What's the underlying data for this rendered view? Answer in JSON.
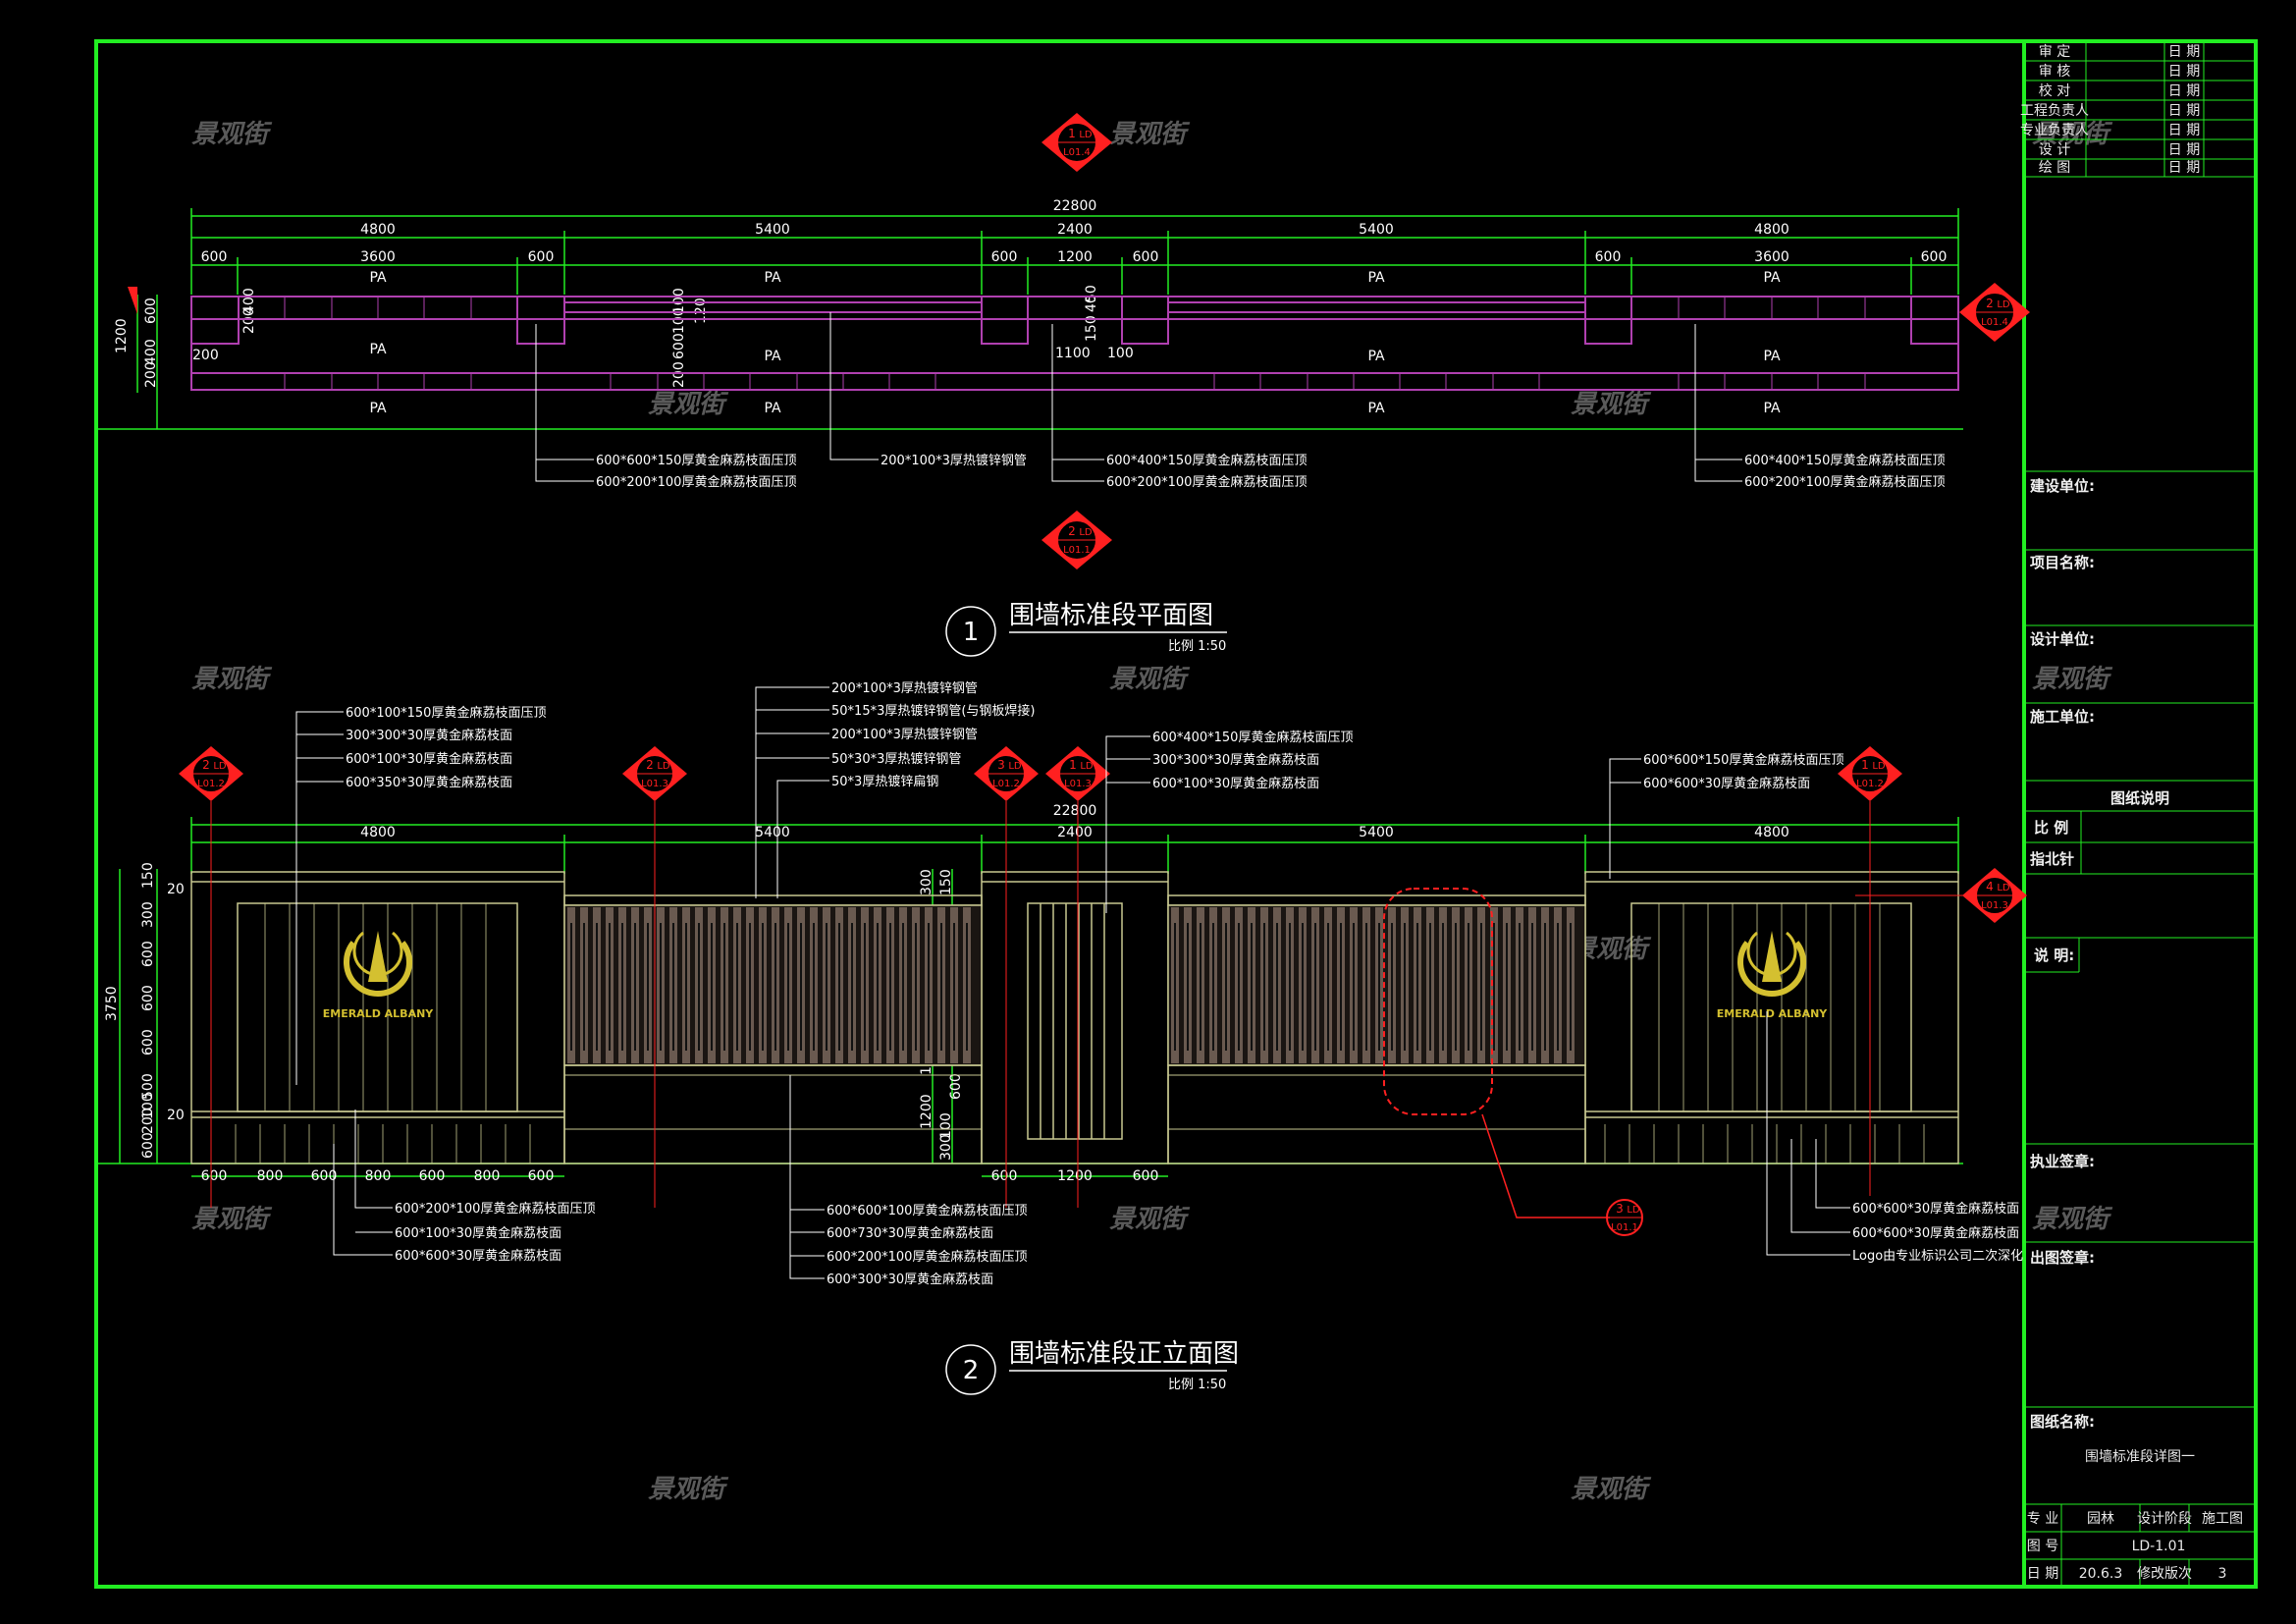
{
  "colors": {
    "frame": "#22ee22",
    "panel": "#c8c890",
    "magenta": "#b040b0",
    "marker": "#ff2020",
    "gold": "#d4c030",
    "slat": "#6a5a50"
  },
  "watermark": "景观街",
  "plan": {
    "title": "围墙标准段平面图",
    "number": "1",
    "scale": "比例 1:50",
    "total_dim": "22800",
    "top_dims": [
      "4800",
      "5400",
      "2400",
      "5400",
      "4800"
    ],
    "sub_dims": [
      "600",
      "3600",
      "600",
      "600",
      "1200",
      "600",
      "600",
      "3600",
      "600"
    ],
    "pa_labels": [
      "PA",
      "PA",
      "PA",
      "PA",
      "PA",
      "PA",
      "PA",
      "PA",
      "PA",
      "PA",
      "PA",
      "PA"
    ],
    "left_dims": [
      "600",
      "1200",
      "200",
      "400",
      "200"
    ],
    "inner_dims": [
      "200",
      "400",
      "100",
      "100",
      "120",
      "600",
      "200",
      "1100",
      "100",
      "40",
      "150",
      "50"
    ],
    "notes": [
      "600*600*150厚黄金麻荔枝面压顶",
      "600*200*100厚黄金麻荔枝面压顶",
      "200*100*3厚热镀锌钢管",
      "600*400*150厚黄金麻荔枝面压顶",
      "600*200*100厚黄金麻荔枝面压顶",
      "600*400*150厚黄金麻荔枝面压顶",
      "600*200*100厚黄金麻荔枝面压顶"
    ],
    "markers": [
      {
        "num": "1",
        "sheet": "LD",
        "ref": "L01.4"
      },
      {
        "num": "2",
        "sheet": "LD",
        "ref": "L01.4"
      },
      {
        "num": "2",
        "sheet": "LD",
        "ref": "L01.1"
      }
    ]
  },
  "elevation": {
    "title": "围墙标准段正立面图",
    "number": "2",
    "scale": "比例 1:50",
    "total_dim": "22800",
    "top_dims": [
      "4800",
      "5400",
      "2400",
      "5400",
      "4800"
    ],
    "bottom_dims": [
      "600",
      "800",
      "600",
      "800",
      "600",
      "800",
      "600",
      "600",
      "1200",
      "600"
    ],
    "left_dims": [
      "3750",
      "150",
      "300",
      "600",
      "600",
      "600",
      "500",
      "100",
      "200",
      "600"
    ],
    "inner_dims": [
      "20",
      "20",
      "300",
      "150",
      "600",
      "500",
      "100",
      "600",
      "1200",
      "100",
      "300"
    ],
    "logo_text": "EMERALD ALBANY",
    "notes_left_top": [
      "600*100*150厚黄金麻荔枝面压顶",
      "300*300*30厚黄金麻荔枝面",
      "600*100*30厚黄金麻荔枝面",
      "600*350*30厚黄金麻荔枝面"
    ],
    "notes_center_top": [
      "200*100*3厚热镀锌钢管",
      "50*15*3厚热镀锌钢管(与钢板焊接)",
      "200*100*3厚热镀锌钢管",
      "50*30*3厚热镀锌钢管",
      "50*3厚热镀锌扁钢"
    ],
    "notes_pier_top": [
      "600*400*150厚黄金麻荔枝面压顶",
      "300*300*30厚黄金麻荔枝面",
      "600*100*30厚黄金麻荔枝面"
    ],
    "notes_right_top": [
      "600*600*150厚黄金麻荔枝面压顶",
      "600*600*30厚黄金麻荔枝面"
    ],
    "notes_left_bottom": [
      "600*200*100厚黄金麻荔枝面压顶",
      "600*100*30厚黄金麻荔枝面",
      "600*600*30厚黄金麻荔枝面"
    ],
    "notes_center_bottom": [
      "600*600*100厚黄金麻荔枝面压顶",
      "600*730*30厚黄金麻荔枝面",
      "600*200*100厚黄金麻荔枝面压顶",
      "600*300*30厚黄金麻荔枝面"
    ],
    "notes_right_bottom": [
      "600*600*30厚黄金麻荔枝面",
      "600*600*30厚黄金麻荔枝面",
      "Logo由专业标识公司二次深化"
    ],
    "markers": [
      {
        "num": "2",
        "sheet": "LD",
        "ref": "L01.2"
      },
      {
        "num": "2",
        "sheet": "LD",
        "ref": "L01.3"
      },
      {
        "num": "3",
        "sheet": "LD",
        "ref": "L01.2"
      },
      {
        "num": "1",
        "sheet": "LD",
        "ref": "L01.3"
      },
      {
        "num": "1",
        "sheet": "LD",
        "ref": "L01.2"
      },
      {
        "num": "4",
        "sheet": "LD",
        "ref": "L01.3"
      },
      {
        "num": "3",
        "sheet": "LD",
        "ref": "L01.1"
      }
    ]
  },
  "title_block": {
    "sign_rows": [
      {
        "role": "审  定",
        "date": "日  期"
      },
      {
        "role": "审  核",
        "date": "日  期"
      },
      {
        "role": "校  对",
        "date": "日  期"
      },
      {
        "role": "工程负责人",
        "date": "日  期"
      },
      {
        "role": "专业负责人",
        "date": "日  期"
      },
      {
        "role": "设  计",
        "date": "日  期"
      },
      {
        "role": "绘  图",
        "date": "日  期"
      }
    ],
    "construction_unit": "建设单位:",
    "project_name": "项目名称:",
    "design_unit": "设计单位:",
    "build_unit": "施工单位:",
    "drawing_notes_header": "图纸说明",
    "scale_label": "比  例",
    "north_label": "指北针",
    "remarks_label": "说  明:",
    "seal_label": "执业签章:",
    "out_seal_label": "出图签章:",
    "drawing_name_label": "图纸名称:",
    "drawing_name": "围墙标准段详图一",
    "bottom_rows": [
      {
        "c1": "专  业",
        "c2": "园林",
        "c3": "设计阶段",
        "c4": "施工图"
      },
      {
        "c1": "图  号",
        "c2": "LD-1.01",
        "c3": "",
        "c4": ""
      },
      {
        "c1": "日  期",
        "c2": "20.6.3",
        "c3": "修改版次",
        "c4": "3"
      }
    ]
  }
}
